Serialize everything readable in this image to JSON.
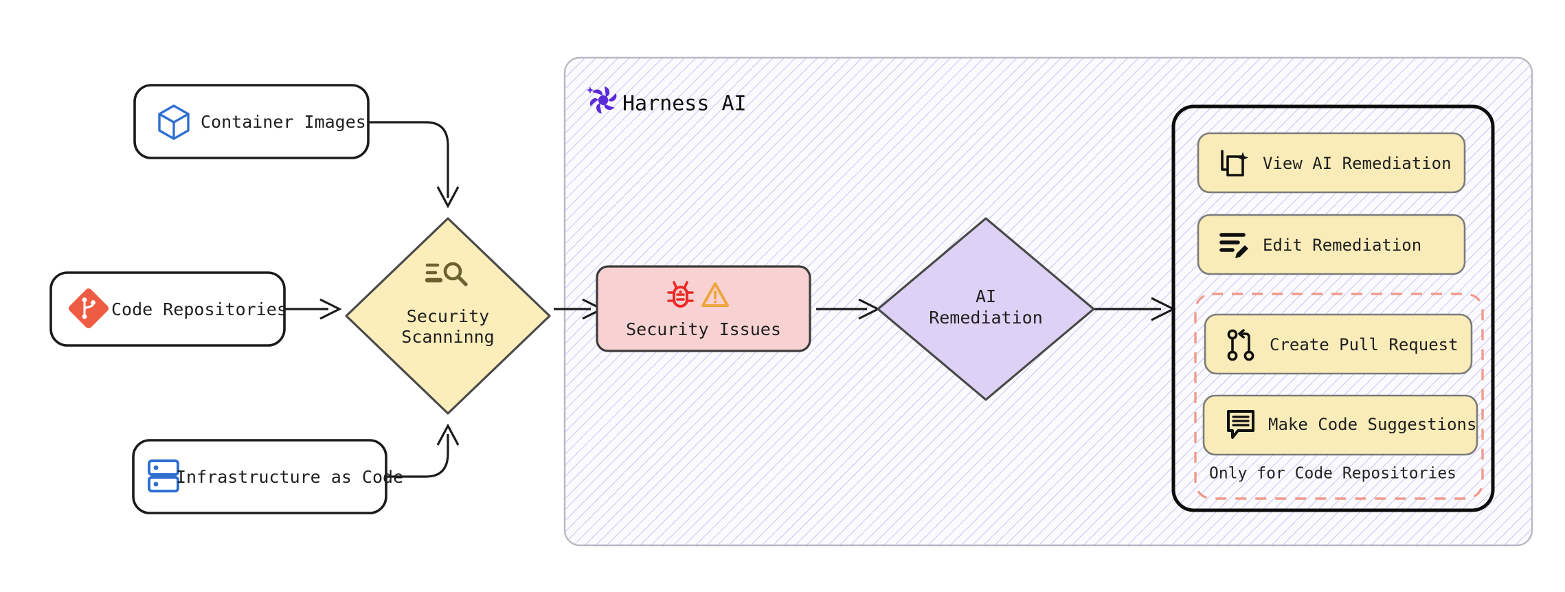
{
  "diagram": {
    "title": "Harness AI security scanning and AI remediation flow",
    "background_color": "#ffffff"
  },
  "sources": [
    {
      "id": "container-images",
      "label": "Container Images",
      "icon": "container-box-icon",
      "icon_color": "#2f6fd0"
    },
    {
      "id": "code-repositories",
      "label": "Code Repositories",
      "icon": "git-branch-diamond-icon",
      "icon_color": "#ed5c43"
    },
    {
      "id": "infrastructure-as-code",
      "label": "Infrastructure as Code",
      "icon": "server-stack-icon",
      "icon_color": "#2f6fd0"
    }
  ],
  "process": {
    "scan": {
      "label_line1": "Security",
      "label_line2": "Scanninng",
      "icon": "scan-search-icon",
      "fill": "#fbeeba",
      "stroke": "#4a4a4a"
    },
    "issues": {
      "label": "Security Issues",
      "icons": [
        "bug-icon",
        "warning-triangle-icon"
      ],
      "bug_color": "#ec2a24",
      "warning_color": "#eda53c",
      "fill": "#f8d2d2",
      "stroke": "#3b3b3b"
    },
    "remediation": {
      "label_line1": "AI",
      "label_line2": "Remediation",
      "fill": "#ddd2f5",
      "stroke": "#4a4a4a"
    }
  },
  "container": {
    "title": "Harness AI",
    "logo": "harness-pinwheel-icon",
    "logo_color": "#5b2bd9",
    "fill": "#fafaff",
    "hatch_color": "#c6bff2",
    "stroke": "#b8b8c4"
  },
  "actions": {
    "panel_stroke": "#0d0d0d",
    "button_fill": "#faecb8",
    "button_stroke": "#7b7b7b",
    "items": [
      {
        "id": "view-ai-remediation",
        "label": "View AI Remediation",
        "icon": "copy-sparkle-icon"
      },
      {
        "id": "edit-remediation",
        "label": "Edit Remediation",
        "icon": "lines-pencil-icon"
      },
      {
        "id": "create-pull-request",
        "label": "Create Pull Request",
        "icon": "pull-request-icon"
      },
      {
        "id": "make-code-suggestions",
        "label": "Make Code Suggestions",
        "icon": "comment-lines-icon"
      }
    ],
    "restricted_group": {
      "caption": "Only for Code Repositories",
      "border_color": "#f09a8c",
      "member_ids": [
        "create-pull-request",
        "make-code-suggestions"
      ]
    }
  },
  "edges": [
    {
      "from": "container-images",
      "to": "security-scanning",
      "style": "curved"
    },
    {
      "from": "code-repositories",
      "to": "security-scanning",
      "style": "straight"
    },
    {
      "from": "infrastructure-as-code",
      "to": "security-scanning",
      "style": "curved"
    },
    {
      "from": "security-scanning",
      "to": "security-issues",
      "style": "straight"
    },
    {
      "from": "security-issues",
      "to": "ai-remediation",
      "style": "straight"
    },
    {
      "from": "ai-remediation",
      "to": "actions-panel",
      "style": "straight"
    }
  ]
}
